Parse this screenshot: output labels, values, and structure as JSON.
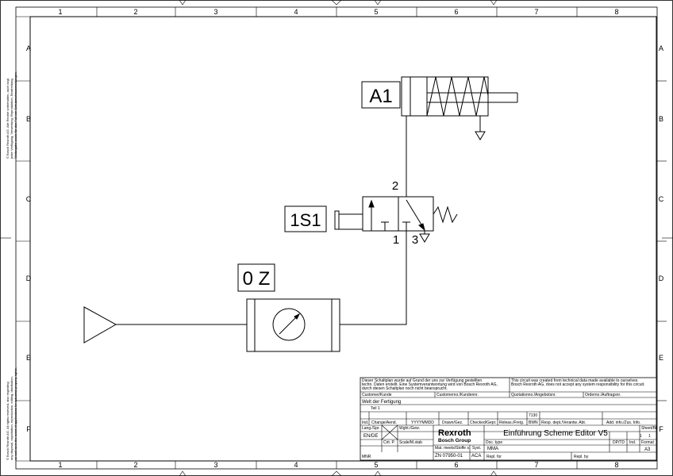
{
  "frame": {
    "columns": [
      "1",
      "2",
      "3",
      "4",
      "5",
      "6",
      "7",
      "8"
    ],
    "rows": [
      "A",
      "B",
      "C",
      "D",
      "E",
      "F"
    ]
  },
  "components": {
    "cylinder_tag": "A1",
    "valve_tag": "1S1",
    "service_unit_tag": "0 Z",
    "valve_port_top": "2",
    "valve_port_left": "1",
    "valve_port_right": "3"
  },
  "side_notes": {
    "top": [
      "© Bosch Rexroth AG. Alle Rechte vorbehalten, auch bzgl.",
      "jeder Verfügung, Verwertung, Reproduktion, Bearbeitung,",
      "Weitergabe sowie für den Fall von Schutzrechtsanmeldungen."
    ],
    "bottom": [
      "© Bosch Rexroth AG. All rights reserved, also regarding",
      "any disposal, exploitation, reproduction, editing, distribution,",
      "as well as in the event of applications for industrial property rights."
    ]
  },
  "title_block": {
    "note_de": [
      "Dieser Schaltplan wurde auf Grund der uns zur Verfügung gestellten",
      "techn. Daten erstellt. Eine Systemverantwortung wird von Bosch Rexroth AG,",
      "durch diesen Schaltplan noch nicht beansprucht."
    ],
    "note_en": [
      "This circuit was created from technical data made available to ourselves.",
      "Bosch Rexroth AG, does not accept any system responsibility for this circuit."
    ],
    "customer_label": "Customer/Kunde",
    "customer_value": "Welt der Fertigung",
    "customer_no_label": "Customerno./Kundennr.",
    "quotation_label": "Quotationno./Angebotsnr.",
    "order_label": "Orderno./Auftragsnr.",
    "part_label": "Teil 1",
    "code": "7130",
    "ind_label": "Ind.",
    "change_label": "Change/Aend.",
    "date_label": "YYYYMMDD",
    "drawn_label": "Drawn/Gez.",
    "checked_label": "Checked/Gepr.",
    "release_label": "Releas./Freig.",
    "bwn_label": "BWN",
    "resp_label": "Resp. dept./Verantw. Abt.",
    "add_info_label": "Add. info./Zus. Info.",
    "lang_label": "Lang./Spr.",
    "lang_value": "EN/DE",
    "weight_label": "Wght./Gew.",
    "crit_label": "Crit. P.",
    "scale_label": "Scale/M.stab",
    "brand": "Rexroth",
    "brand_sub": "Bosch Group",
    "doc_type_label": "Doc. type",
    "doc_type_value": "MMA",
    "title": "Einführung Scheme Editor V5",
    "sheet_label": "Sheet/Bl.",
    "sheet_value": "1",
    "sheet_total": "1",
    "dpitd_label": "DP/TD",
    "ind2_label": "Ind.",
    "format_label": "Format",
    "format_value": "A3",
    "mat_label": "Mat. meets/Stoffe s.",
    "syst_label": "Syst.",
    "mat_value": "ZN 07950-01",
    "syst_value": "ACA",
    "repl_for_label": "Repl. for",
    "repl_by_label": "Repl. by",
    "mnr_label": "MNR"
  }
}
